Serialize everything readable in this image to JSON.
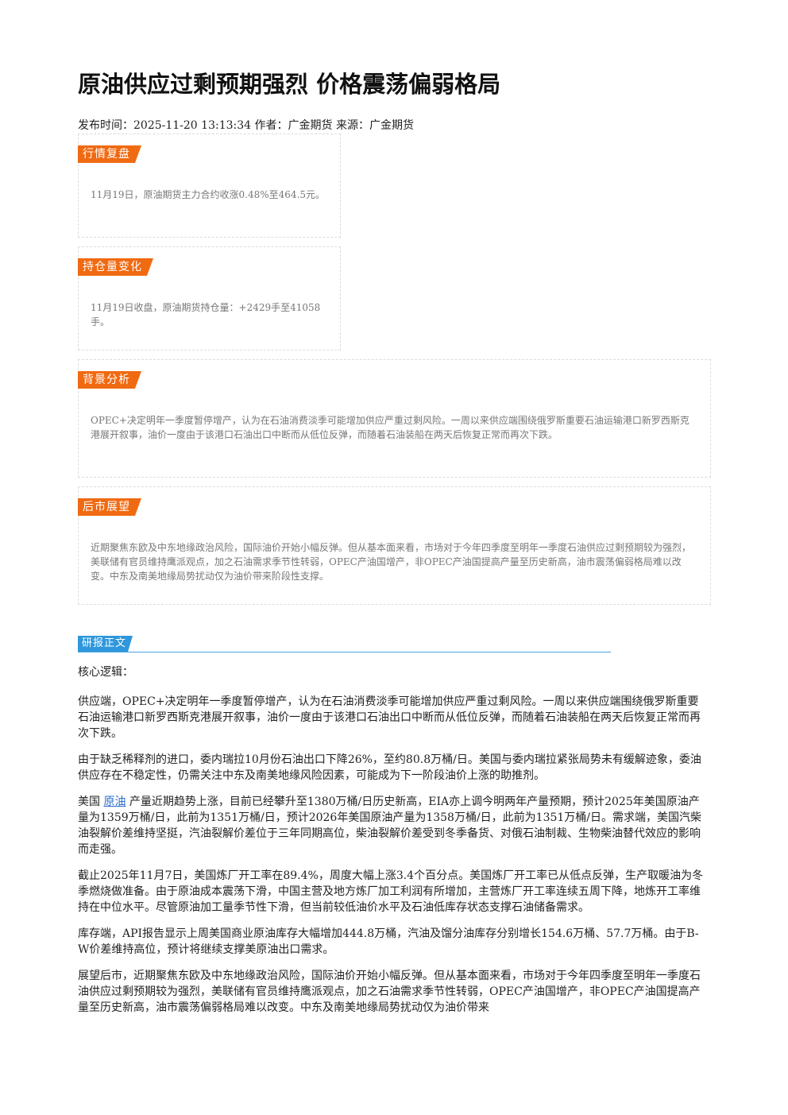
{
  "article": {
    "title": "原油供应过剩预期强烈 价格震荡偏弱格局",
    "meta": "发布时间：2025-11-20 13:13:34 作者：广金期货 来源：广金期货"
  },
  "cards": {
    "market_review": {
      "tag": "行情复盘",
      "text": "11月19日，原油期货主力合约收涨0.48%至464.5元。"
    },
    "open_interest": {
      "tag": "持仓量变化",
      "text": "11月19日收盘，原油期货持仓量：+2429手至41058手。"
    },
    "background": {
      "tag": "背景分析",
      "text": "OPEC+决定明年一季度暂停增产，认为在石油消费淡季可能增加供应严重过剩风险。一周以来供应端围绕俄罗斯重要石油运输港口新罗西斯克港展开叙事，油价一度由于该港口石油出口中断而从低位反弹，而随着石油装船在两天后恢复正常而再次下跌。"
    },
    "outlook": {
      "tag": "后市展望",
      "text": "近期聚焦东欧及中东地缘政治风险，国际油价开始小幅反弹。但从基本面来看，市场对于今年四季度至明年一季度石油供应过剩预期较为强烈，美联储有官员维持鹰派观点，加之石油需求季节性转弱，OPEC产油国增产，非OPEC产油国提高产量至历史新高，油市震荡偏弱格局难以改变。中东及南美地缘局势扰动仅为油价带来阶段性支撑。"
    }
  },
  "report": {
    "section_tag": "研报正文",
    "heading": "核心逻辑：",
    "p1": "供应端，OPEC+决定明年一季度暂停增产，认为在石油消费淡季可能增加供应严重过剩风险。一周以来供应端围绕俄罗斯重要石油运输港口新罗西斯克港展开叙事，油价一度由于该港口石油出口中断而从低位反弹，而随着石油装船在两天后恢复正常而再次下跌。",
    "p2": "由于缺乏稀释剂的进口，委内瑞拉10月份石油出口下降26%，至约80.8万桶/日。美国与委内瑞拉紧张局势未有缓解迹象，委油供应存在不稳定性，仍需关注中东及南美地缘风险因素，可能成为下一阶段油价上涨的助推剂。",
    "p3_prefix": "美国 ",
    "p3_link": "原油",
    "p3_rest": " 产量近期趋势上涨，目前已经攀升至1380万桶/日历史新高，EIA亦上调今明两年产量预期，预计2025年美国原油产量为1359万桶/日，此前为1351万桶/日，预计2026年美国原油产量为1358万桶/日，此前为1351万桶/日。需求端，美国汽柴油裂解价差维持坚挺，汽油裂解价差位于三年同期高位，柴油裂解价差受到冬季备货、对俄石油制裁、生物柴油替代效应的影响而走强。",
    "p4": "截止2025年11月7日，美国炼厂开工率在89.4%，周度大幅上涨3.4个百分点。美国炼厂开工率已从低点反弹，生产取暖油为冬季燃烧做准备。由于原油成本震荡下滑，中国主营及地方炼厂加工利润有所增加，主营炼厂开工率连续五周下降，地炼开工率维持在中位水平。尽管原油加工量季节性下滑，但当前较低油价水平及石油低库存状态支撑石油储备需求。",
    "p5": "库存端，API报告显示上周美国商业原油库存大幅增加444.8万桶，汽油及馏分油库存分别增长154.6万桶、57.7万桶。由于B-W价差维持高位，预计将继续支撑美原油出口需求。",
    "p6": "展望后市，近期聚焦东欧及中东地缘政治风险，国际油价开始小幅反弹。但从基本面来看，市场对于今年四季度至明年一季度石油供应过剩预期较为强烈，美联储有官员维持鹰派观点，加之石油需求季节性转弱，OPEC产油国增产，非OPEC产油国提高产量至历史新高，油市震荡偏弱格局难以改变。中东及南美地缘局势扰动仅为油价带来"
  }
}
